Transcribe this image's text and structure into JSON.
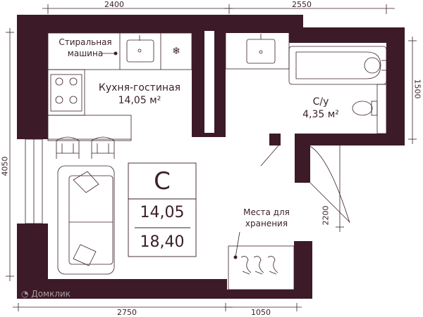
{
  "dimensions": {
    "top_left": "2400",
    "top_right": "2550",
    "left": "4050",
    "right": "1500",
    "right_lower": "2200",
    "bottom_left": "2750",
    "bottom_right": "1050"
  },
  "labels": {
    "washing_machine": "Стиральная машина",
    "kitchen_name": "Кухня-гостиная",
    "kitchen_area": "14,05  м²",
    "bath_name": "С/у",
    "bath_area": "4,35  м²",
    "storage": "Места для хранения"
  },
  "unit": {
    "type": "С",
    "living_area": "14,05",
    "total_area": "18,40"
  },
  "brand": {
    "watermark": "Домклик"
  },
  "colors": {
    "wall": "#3d1a27",
    "line": "#3a1e2b"
  }
}
